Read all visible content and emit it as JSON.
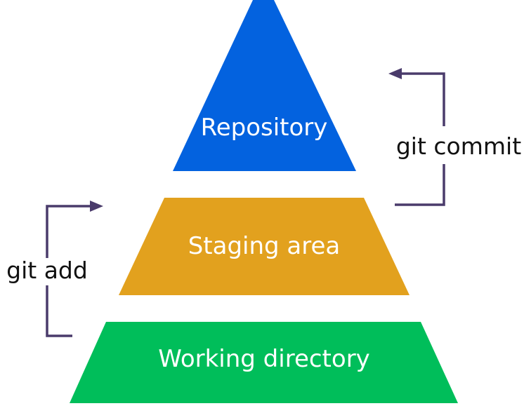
{
  "tiers": {
    "repository": {
      "label": "Repository",
      "color": "#0362DF"
    },
    "staging": {
      "label": "Staging area",
      "color": "#E2A11E"
    },
    "working": {
      "label": "Working directory",
      "color": "#00BE5A"
    }
  },
  "commands": {
    "commit": {
      "label": "git commit"
    },
    "add": {
      "label": "git add"
    }
  },
  "connector_color": "#4a3b6b"
}
